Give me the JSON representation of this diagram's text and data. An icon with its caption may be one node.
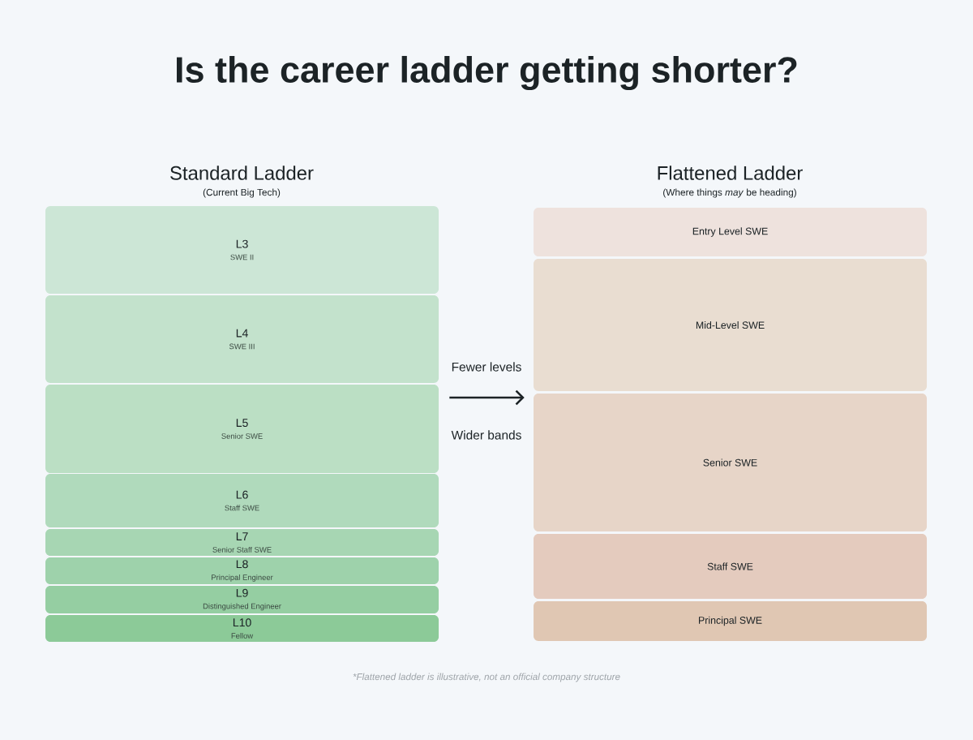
{
  "diagram": {
    "title": "Is the career ladder getting shorter?",
    "nodes": [
      {
        "text": [
          "L3",
          "SWE II"
        ]
      },
      {
        "text": [
          "L4",
          "SWE III"
        ]
      },
      {
        "text": [
          "L5",
          "Senior SWE"
        ]
      },
      {
        "text": [
          "L6",
          "Staff SWE"
        ]
      },
      {
        "text": [
          "L7",
          "Senior Staff SWE"
        ]
      },
      {
        "text": [
          "L8",
          "Principal Engineer"
        ]
      },
      {
        "text": [
          "L9",
          "Distinguished Engineer"
        ]
      },
      {
        "text": [
          "L10",
          "Fellow"
        ]
      },
      {
        "text": [
          "Entry Level SWE"
        ]
      },
      {
        "text": [
          "Mid-Level SWE"
        ]
      },
      {
        "text": [
          "Senior SWE"
        ]
      },
      {
        "text": [
          "Staff SWE"
        ]
      },
      {
        "text": [
          "Principal SWE"
        ]
      }
    ],
    "edges": [
      {
        "from": 2,
        "to": 10,
        "arrow": "to"
      }
    ],
    "labels": [
      "Standard Ladder",
      "(Current Big Tech)",
      "Flattened Ladder",
      "(Where things *may* be heading)",
      "Fewer levels",
      "Wider bands",
      "*Flattened ladder is illustrative, not an official company structure"
    ]
  }
}
